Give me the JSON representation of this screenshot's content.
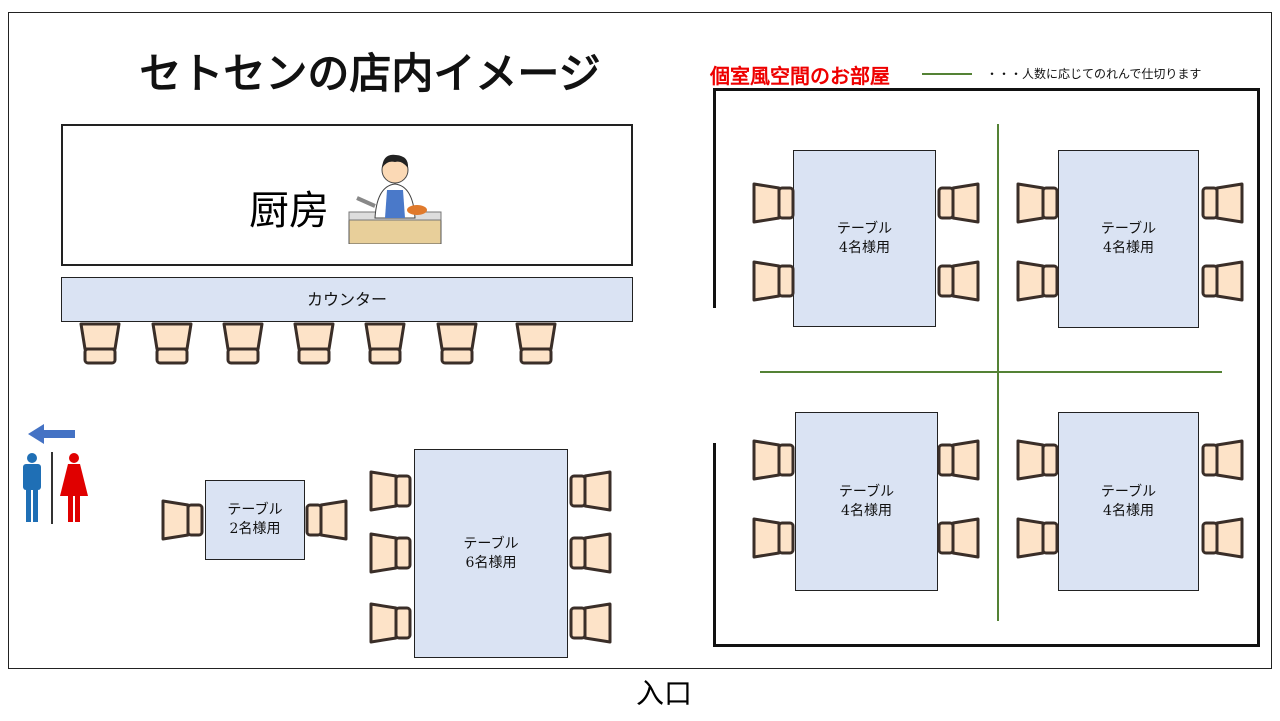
{
  "title": "セトセンの店内イメージ",
  "kitchen": {
    "label": "厨房",
    "icon": "chef-icon"
  },
  "counter": {
    "label": "カウンター",
    "seats": 7
  },
  "restroom": {
    "icon": "restroom-icon",
    "arrow": "arrow-left-icon",
    "colors": {
      "men": "#1f6fb5",
      "women": "#e00000",
      "arrow": "#4472c4"
    }
  },
  "tables": [
    {
      "name": "テーブル",
      "capacity": "2名様用"
    },
    {
      "name": "テーブル",
      "capacity": "6名様用"
    }
  ],
  "private_room": {
    "title": "個室風空間のお部屋",
    "legend_note": "・・・人数に応じてのれんで仕切ります",
    "tables": [
      {
        "name": "テーブル",
        "capacity": "4名様用"
      },
      {
        "name": "テーブル",
        "capacity": "4名様用"
      },
      {
        "name": "テーブル",
        "capacity": "4名様用"
      },
      {
        "name": "テーブル",
        "capacity": "4名様用"
      }
    ]
  },
  "entrance": "入口",
  "colors": {
    "table": "#dae3f3",
    "chair": "#fde3c8",
    "noren": "#548235",
    "title_red": "#e00000"
  }
}
